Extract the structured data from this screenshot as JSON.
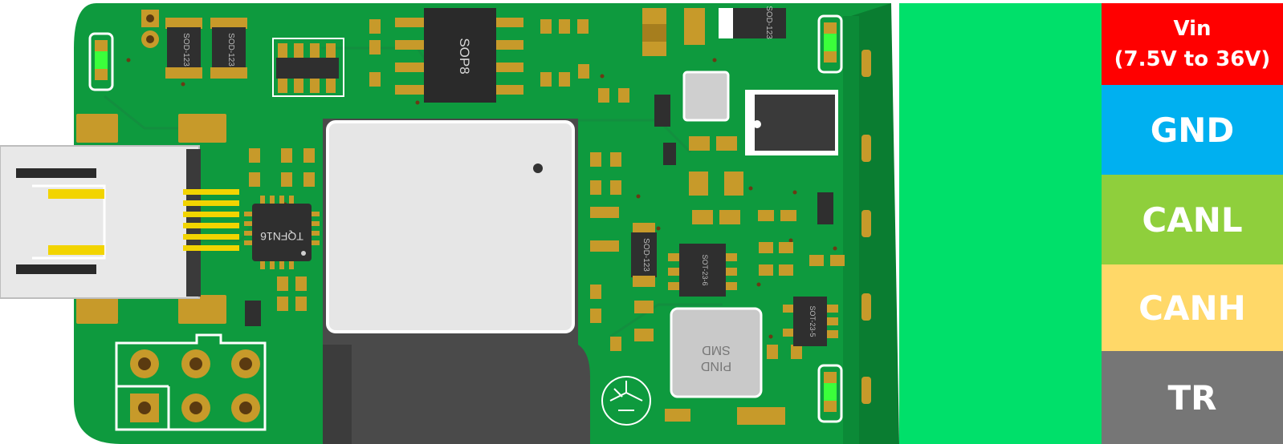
{
  "colors": {
    "pcb": "#0e9a3e",
    "pcb_dark": "#0a7d31",
    "gold": "#c79a2a",
    "connector_green": "#00e06a",
    "vin": "#ff0000",
    "gnd": "#00b0f0",
    "canl": "#8fcf3c",
    "canh": "#ffd868",
    "tr": "#767676"
  },
  "components": {
    "sod_1": "SOD-123",
    "sod_2": "SOD-123",
    "sop8": "SOP8",
    "sod_3": "SOD-123",
    "tqfn": "TQFN16",
    "sod_4": "SOD-123",
    "sot_1": "SOT-23-6",
    "sot_2": "SOT-23-5",
    "inductor_line1": "SMD",
    "inductor_line2": "PIND"
  },
  "pins": [
    {
      "id": "vin",
      "line1": "Vin",
      "line2": "(7.5V to 36V)"
    },
    {
      "id": "gnd",
      "label": "GND"
    },
    {
      "id": "canl",
      "label": "CANL"
    },
    {
      "id": "canh",
      "label": "CANH"
    },
    {
      "id": "tr",
      "label": "TR"
    }
  ]
}
